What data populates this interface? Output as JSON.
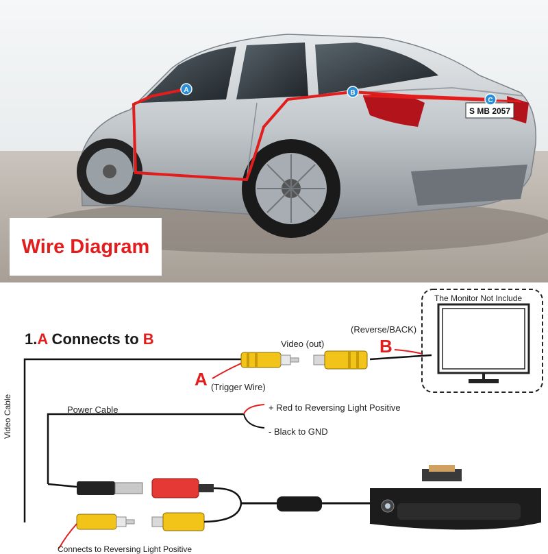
{
  "photo": {
    "title": "Wire Diagram",
    "markers": [
      "A",
      "B",
      "C"
    ],
    "plate": "S MB 2057"
  },
  "diagram": {
    "step_prefix": "1.",
    "step_from": "A",
    "step_mid": " Connects to ",
    "step_to": "B",
    "video_out": "Video (out)",
    "reverse_label": "(Reverse/BACK)",
    "b_letter": "B",
    "a_letter": "A",
    "trigger_label": "(Trigger Wire)",
    "power_cable": "Power Cable",
    "red_positive": "+ Red to Reversing Light Positive",
    "black_gnd": "- Black to GND",
    "monitor_note": "The Monitor Not Include",
    "video_cable": "Video Cable",
    "bottom_note": "Connects to Reversing Light Positive"
  },
  "colors": {
    "accent_red": "#e21d1d",
    "wire_black": "#111111",
    "rca_yellow": "#f2c318",
    "rca_red": "#e53935"
  }
}
